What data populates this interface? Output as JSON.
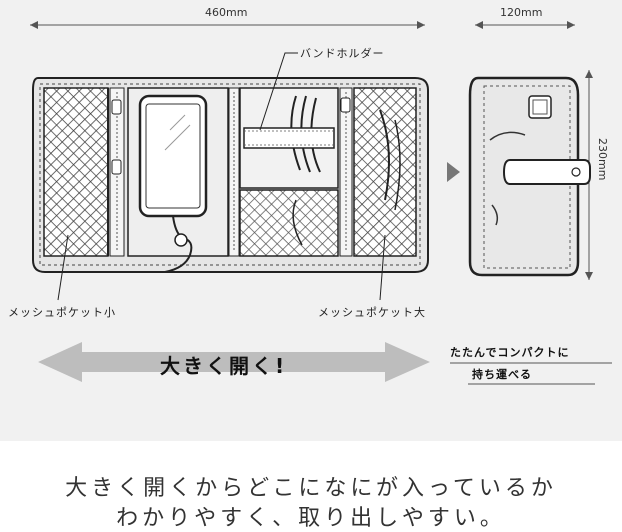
{
  "dimensions": {
    "width_open": "460mm",
    "width_folded": "120mm",
    "height_folded": "230mm"
  },
  "callouts": {
    "band_holder": "バンドホルダー",
    "mesh_small": "メッシュポケット小",
    "mesh_large": "メッシュポケット大"
  },
  "arrow_label": "大きく開く!",
  "compact_text": {
    "line1": "たたんでコンパクトに",
    "line2": "持ち運べる"
  },
  "caption": {
    "line1": "大きく開くからどこになにが入っているか",
    "line2": "わかりやすく、取り出しやすい。"
  },
  "colors": {
    "panel_bg": "#f1f1f1",
    "arrow_gray": "#bdbdbd",
    "outline": "#222222"
  }
}
